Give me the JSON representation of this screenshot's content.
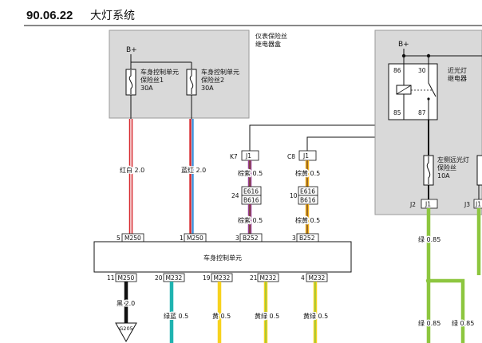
{
  "title": {
    "code": "90.06.22",
    "name": "大灯系统"
  },
  "fuse_box": {
    "label_line1": "仪表保险丝",
    "label_line2": "继电器盒",
    "supply": "B+",
    "fuse1": {
      "line1": "车身控制单元",
      "line2": "保险丝1",
      "rating": "30A"
    },
    "fuse2": {
      "line1": "车身控制单元",
      "line2": "保险丝2",
      "rating": "30A"
    }
  },
  "relay": {
    "supply": "B+",
    "pin86": "86",
    "pin30": "30",
    "pin85": "85",
    "pin87": "87",
    "name_line1": "近光灯",
    "name_line2": "继电器"
  },
  "fuse3": {
    "line1": "左侧远光灯",
    "line2": "保险丝",
    "rating": "10A"
  },
  "bcm": {
    "name": "车身控制单元"
  },
  "connectors": {
    "k7": {
      "pin": "K7",
      "id": "J1"
    },
    "c8": {
      "pin": "C8",
      "id": "J1"
    },
    "inline1": {
      "pin": "24",
      "top": "E616",
      "bottom": "B616"
    },
    "inline2": {
      "pin": "10",
      "top": "E616",
      "bottom": "B616"
    },
    "bcm_in": [
      {
        "pin": "5",
        "id": "M250"
      },
      {
        "pin": "1",
        "id": "M250"
      },
      {
        "pin": "3",
        "id": "B252"
      },
      {
        "pin": "3",
        "id": "B252"
      }
    ],
    "bcm_out": [
      {
        "pin": "11",
        "id": "M250"
      },
      {
        "pin": "20",
        "id": "M232"
      },
      {
        "pin": "19",
        "id": "M232"
      },
      {
        "pin": "21",
        "id": "M232"
      },
      {
        "pin": "4",
        "id": "M232"
      }
    ],
    "j2": {
      "pin": "J2",
      "id": "J1"
    },
    "j3": {
      "pin": "J3",
      "id": "J1"
    }
  },
  "wires": {
    "fuse1_out": "红白 2.0",
    "fuse2_out": "蓝红 2.0",
    "k7_upper": "棕紫 0.5",
    "k7_lower": "棕紫 0.5",
    "c8_upper": "棕黄 0.5",
    "c8_lower": "棕黄 0.5",
    "ground": "黑 2.0",
    "out20": "绿蓝 0.5",
    "out19": "黄 0.5",
    "out21": "黄绿 0.5",
    "out4": "黄绿 0.5",
    "j2_upper": "绿 0.85",
    "j2_lower": "绿 0.85",
    "branch_lower": "绿 0.85"
  },
  "ground": {
    "id": "G205"
  },
  "colors": {
    "red": "#d7262b",
    "white": "#ffffff",
    "blue": "#3a8fd9",
    "purple": "#9a3f96",
    "brown": "#7b4a25",
    "yellow": "#f7d21e",
    "orange_yellow": "#f2b21c",
    "teal": "#1fb3b0",
    "green": "#8dc63f",
    "black": "#111111",
    "box_gray": "#d9d9d9"
  }
}
